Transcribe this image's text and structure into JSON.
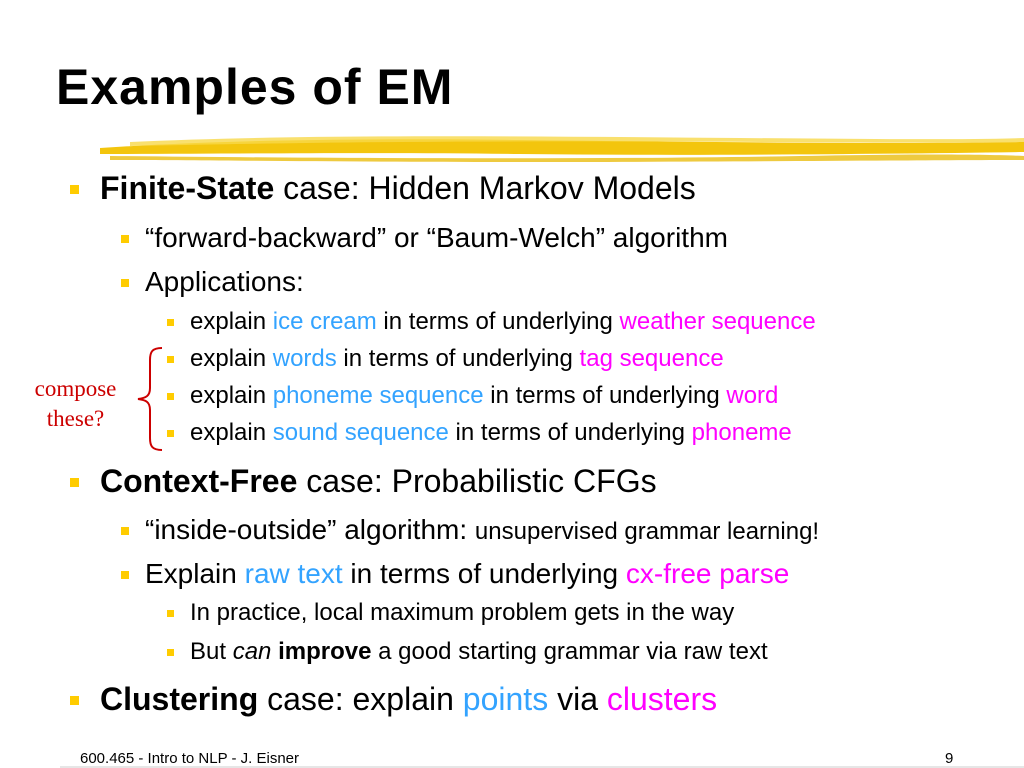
{
  "slide": {
    "title": "Examples of EM",
    "colors": {
      "highlight_blue": "#33a3ff",
      "highlight_magenta": "#ff00ff",
      "bullet_yellow": "#ffcc00",
      "underline_yellow": "#f2c200",
      "side_note_red": "#cc0000"
    },
    "icons": {
      "bullet": "yellow-square-bullet-icon",
      "brace": "left-curly-brace-icon",
      "underline": "yellow-brush-underline"
    },
    "items": [
      {
        "level": 1,
        "runs": [
          {
            "text": "Finite-State",
            "style": "bold"
          },
          {
            "text": " case: Hidden Markov Models"
          }
        ]
      },
      {
        "level": 2,
        "runs": [
          {
            "text": "“forward-backward” or “Baum-Welch” algorithm"
          }
        ]
      },
      {
        "level": 2,
        "runs": [
          {
            "text": "Applications:"
          }
        ]
      },
      {
        "level": 3,
        "runs": [
          {
            "text": "explain "
          },
          {
            "text": "ice cream",
            "color": "blue"
          },
          {
            "text": " in terms of underlying "
          },
          {
            "text": "weather sequence",
            "color": "magenta"
          }
        ]
      },
      {
        "level": 3,
        "runs": [
          {
            "text": "explain "
          },
          {
            "text": "words",
            "color": "blue"
          },
          {
            "text": " in terms of underlying "
          },
          {
            "text": "tag sequence",
            "color": "magenta"
          }
        ]
      },
      {
        "level": 3,
        "runs": [
          {
            "text": "explain "
          },
          {
            "text": "phoneme sequence",
            "color": "blue"
          },
          {
            "text": " in terms of underlying "
          },
          {
            "text": "word",
            "color": "magenta"
          }
        ]
      },
      {
        "level": 3,
        "runs": [
          {
            "text": "explain "
          },
          {
            "text": "sound sequence",
            "color": "blue"
          },
          {
            "text": " in terms of underlying "
          },
          {
            "text": "phoneme",
            "color": "magenta"
          }
        ]
      },
      {
        "level": 1,
        "runs": [
          {
            "text": "Context-Free",
            "style": "bold"
          },
          {
            "text": " case: Probabilistic CFGs"
          }
        ]
      },
      {
        "level": 2,
        "runs": [
          {
            "text": "“inside-outside” algorithm: "
          },
          {
            "text": "unsupervised grammar learning!",
            "style": "small"
          }
        ]
      },
      {
        "level": 2,
        "runs": [
          {
            "text": "Explain "
          },
          {
            "text": "raw text",
            "color": "blue"
          },
          {
            "text": " in terms of underlying "
          },
          {
            "text": "cx-free parse",
            "color": "magenta"
          }
        ]
      },
      {
        "level": 3,
        "runs": [
          {
            "text": "In practice, local maximum problem gets in the way"
          }
        ]
      },
      {
        "level": 3,
        "runs": [
          {
            "text": "But "
          },
          {
            "text": "can",
            "style": "italic"
          },
          {
            "text": " "
          },
          {
            "text": "improve",
            "style": "bold"
          },
          {
            "text": " a good starting grammar via raw text"
          }
        ]
      },
      {
        "level": 1,
        "runs": [
          {
            "text": "Clustering",
            "style": "bold"
          },
          {
            "text": " case: explain "
          },
          {
            "text": "points",
            "color": "blue"
          },
          {
            "text": " via "
          },
          {
            "text": "clusters",
            "color": "magenta"
          }
        ]
      }
    ],
    "side_note": {
      "line1": "compose",
      "line2": "these?"
    },
    "footer": {
      "left": "600.465 - Intro to NLP - J. Eisner",
      "page_number": "9"
    }
  }
}
